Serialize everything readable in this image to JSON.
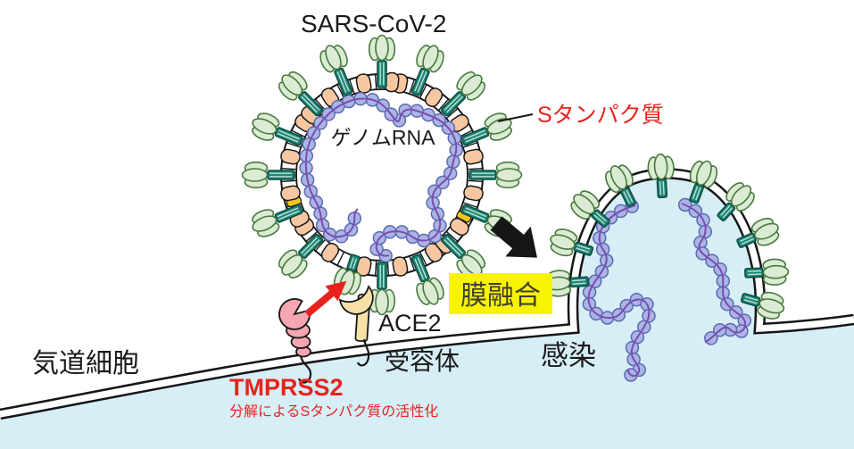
{
  "title": "SARS-CoV-2",
  "virus": {
    "genome_label": "ゲノムRNA",
    "spike_label": "Sタンパク質"
  },
  "fusion": {
    "label": "膜融合"
  },
  "infection": {
    "label": "感染"
  },
  "cell": {
    "label": "気道細胞"
  },
  "receptor": {
    "name": "ACE2",
    "label": "受容体"
  },
  "protease": {
    "name": "TMPRSS2",
    "caption": "分解によるSタンパク質の活性化"
  },
  "colors": {
    "background": "#ffffff",
    "cytoplasm": "#d7eef7",
    "membrane_line": "#161616",
    "membrane_gap": "#ffffff",
    "membrane_protein": "#f7c7a1",
    "e_protein": "#f6c51a",
    "spike_head": "#dcebd3",
    "spike_head_outline": "#47793f",
    "spike_stem": "#1f8577",
    "spike_stem_outline": "#0b4f45",
    "spike_stem_stripe": "#c2e2d6",
    "rna_bead": "#aab5e5",
    "rna_bead_outline": "#5d68b0",
    "rna_strand": "#7a4caf",
    "ace2_fill": "#f6e0a6",
    "tmprss2_fill": "#f5a6b0",
    "outline_dark": "#181818",
    "accent_red": "#e8231d",
    "highlight_yellow": "#f8f303",
    "fusion_text": "#3e3e2e",
    "text_dark": "#1a1a1a"
  }
}
